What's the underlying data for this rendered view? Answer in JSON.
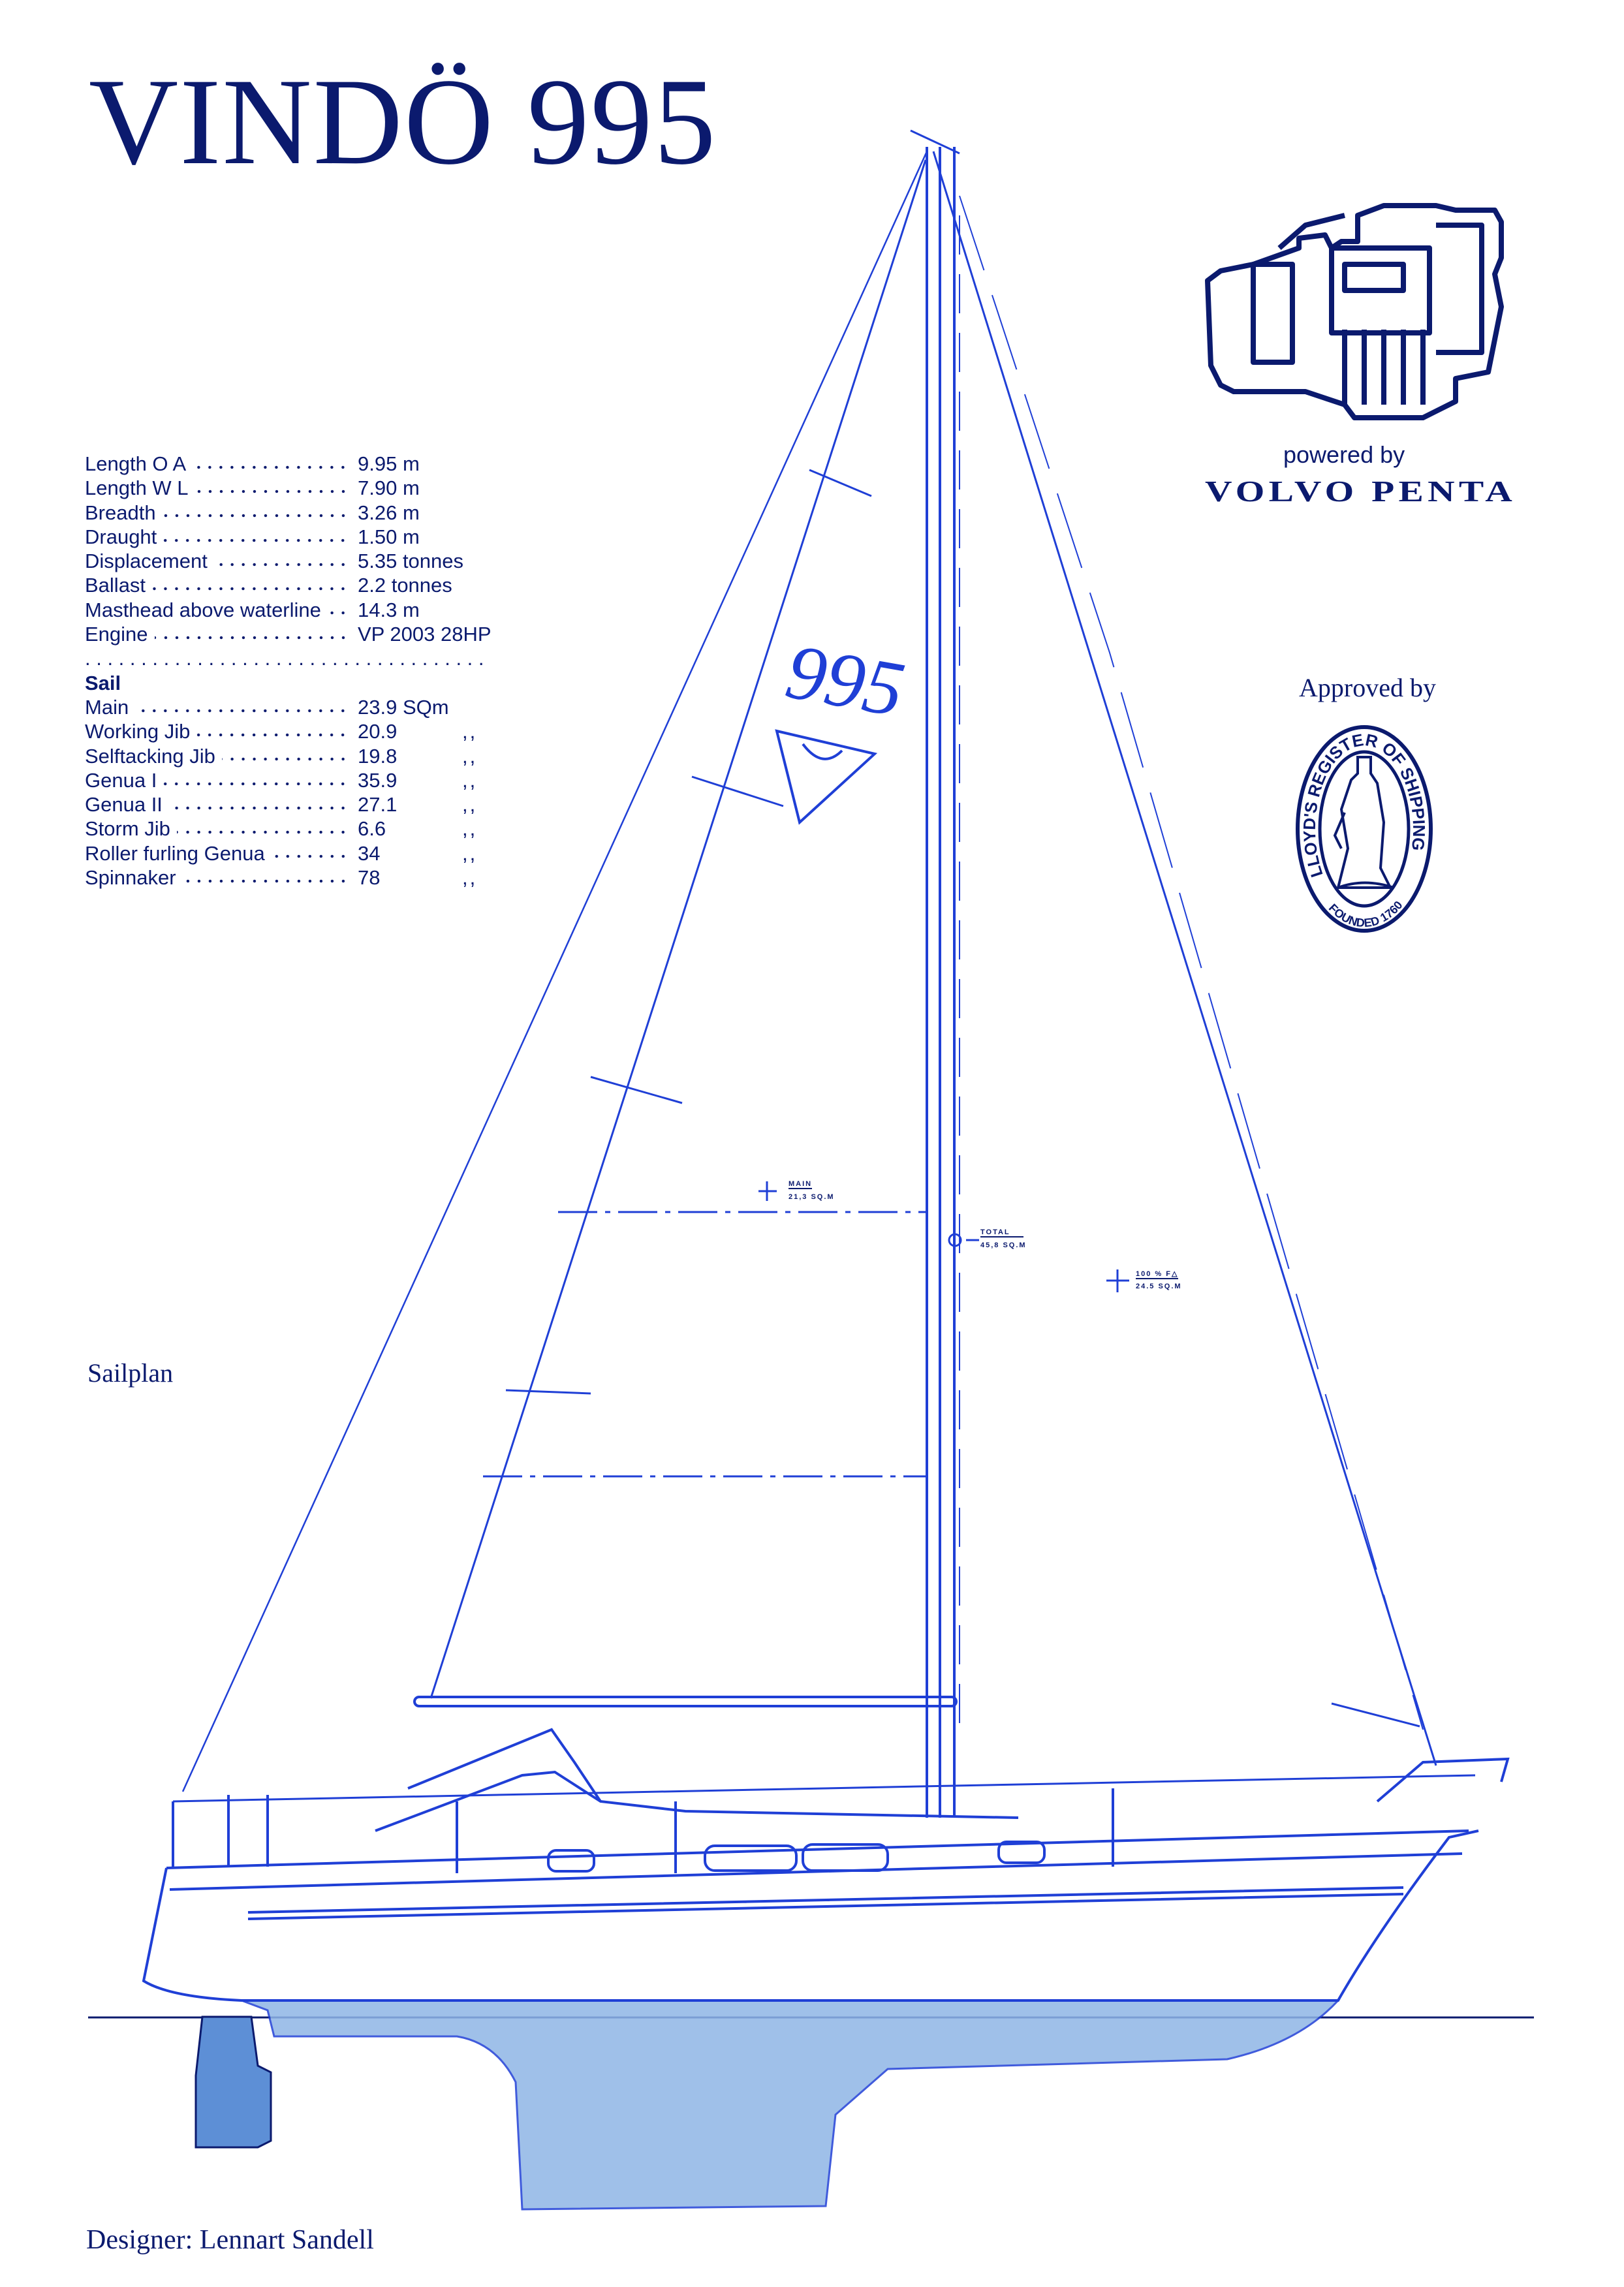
{
  "title": {
    "main": "VINDÖ",
    "number": "995"
  },
  "specs": [
    {
      "label": "Length O A",
      "value": "9.95 m"
    },
    {
      "label": "Length W L",
      "value": "7.90 m"
    },
    {
      "label": "Breadth",
      "value": "3.26 m"
    },
    {
      "label": "Draught",
      "value": "1.50 m"
    },
    {
      "label": "Displacement",
      "value": "5.35 tonnes"
    },
    {
      "label": "Ballast",
      "value": "2.2 tonnes"
    },
    {
      "label": "Masthead above waterline",
      "value": "14.3 m"
    },
    {
      "label": "Engine",
      "value": "VP 2003 28HP"
    }
  ],
  "sail": {
    "heading": "Sail",
    "dots": ". . . . . . . . . . . . . . . . . . . . . . . . . . . . . . . . . . . .",
    "ditto": ",,",
    "items": [
      {
        "label": "Main",
        "value": "23.9 SQm"
      },
      {
        "label": "Working Jib",
        "value": "20.9"
      },
      {
        "label": "Selftacking Jib",
        "value": "19.8"
      },
      {
        "label": "Genua I",
        "value": "35.9"
      },
      {
        "label": "Genua II",
        "value": "27.1"
      },
      {
        "label": "Storm Jib",
        "value": "6.6"
      },
      {
        "label": "Roller furling Genua",
        "value": "34"
      },
      {
        "label": "Spinnaker",
        "value": "78"
      }
    ]
  },
  "engine_brand": {
    "powered_by": "powered by",
    "brand": "VOLVO PENTA"
  },
  "approval": {
    "label": "Approved by",
    "seal_text": "LLOYD'S REGISTER OF SHIPPING",
    "seal_founded": "FOUNDED 1760"
  },
  "drawing": {
    "caption": "Sailplan",
    "sail_logo": "995",
    "main_label": "MAIN",
    "main_area": "21,3 SQ.M",
    "total_label": "TOTAL",
    "total_area": "45,8 SQ.M",
    "fore_label": "100 % F△",
    "fore_area": "24.5 SQ.M"
  },
  "designer": "Designer: Lennart Sandell",
  "colors": {
    "ink": "#0b1a6e",
    "line": "#1f3fd6",
    "keel": "#8fb6e6"
  }
}
